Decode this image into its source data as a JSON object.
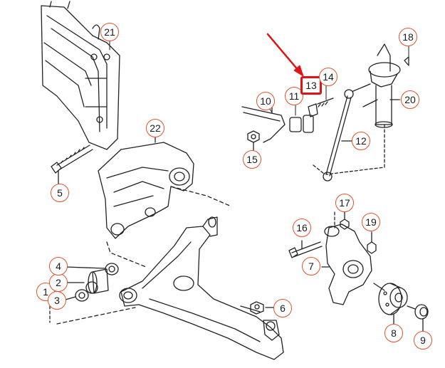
{
  "colors": {
    "line": "#222222",
    "callout_circle": "#e0542a",
    "highlight": "#e01414"
  },
  "callouts": [
    {
      "id": "1",
      "label": "1"
    },
    {
      "id": "2",
      "label": "2"
    },
    {
      "id": "3",
      "label": "3"
    },
    {
      "id": "4",
      "label": "4"
    },
    {
      "id": "5",
      "label": "5"
    },
    {
      "id": "6",
      "label": "6"
    },
    {
      "id": "7",
      "label": "7"
    },
    {
      "id": "8",
      "label": "8"
    },
    {
      "id": "9",
      "label": "9"
    },
    {
      "id": "10",
      "label": "10"
    },
    {
      "id": "11",
      "label": "11"
    },
    {
      "id": "12",
      "label": "12"
    },
    {
      "id": "13",
      "label": "13",
      "highlighted": true
    },
    {
      "id": "14",
      "label": "14"
    },
    {
      "id": "15",
      "label": "15"
    },
    {
      "id": "16",
      "label": "16"
    },
    {
      "id": "17",
      "label": "17"
    },
    {
      "id": "18",
      "label": "18"
    },
    {
      "id": "19",
      "label": "19"
    },
    {
      "id": "20",
      "label": "20"
    },
    {
      "id": "21",
      "label": "21"
    },
    {
      "id": "22",
      "label": "22"
    }
  ],
  "icons": [
    "red-arrow-icon"
  ]
}
